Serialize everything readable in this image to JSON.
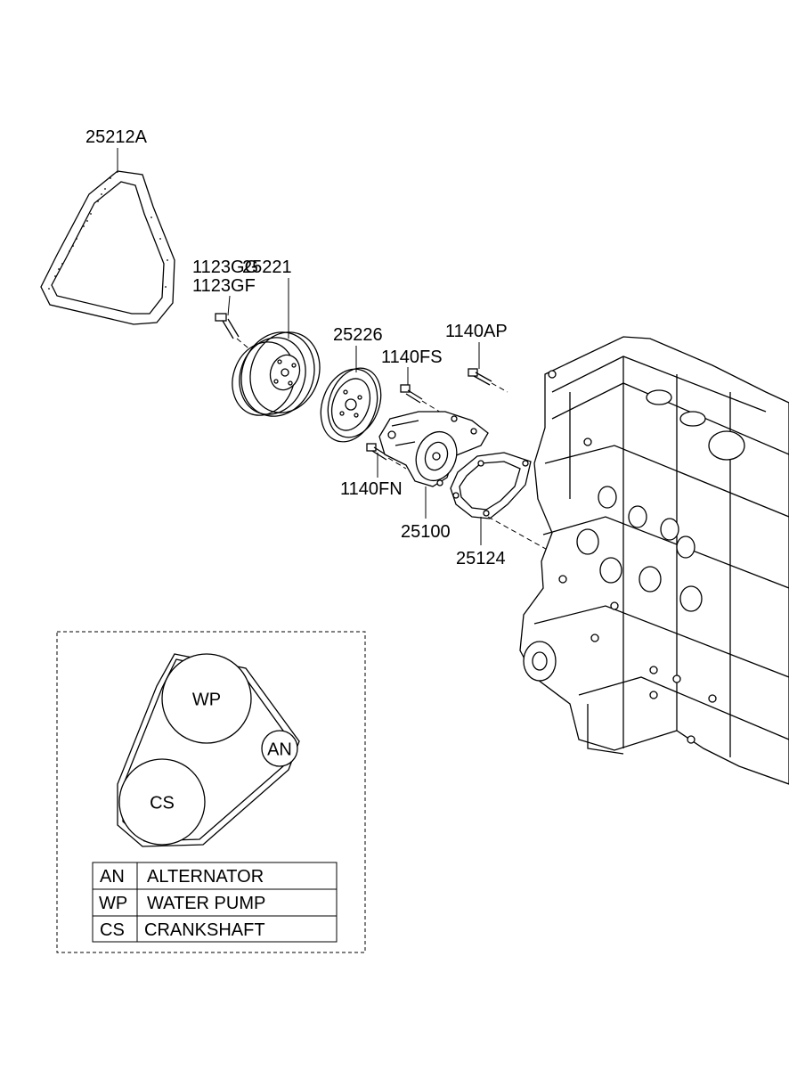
{
  "parts": {
    "belt": "25212A",
    "bolt_a": "1123GG",
    "bolt_b": "1123GF",
    "pulley": "25221",
    "pulley_flange": "25226",
    "bolt_fs": "1140FS",
    "bolt_ap": "1140AP",
    "bolt_fn": "1140FN",
    "water_pump": "25100",
    "gasket": "25124"
  },
  "belt_routing": {
    "pulleys": [
      {
        "code": "WP"
      },
      {
        "code": "AN"
      },
      {
        "code": "CS"
      }
    ]
  },
  "legend": {
    "rows": [
      {
        "code": "AN",
        "name": "ALTERNATOR"
      },
      {
        "code": "WP",
        "name": "WATER PUMP"
      },
      {
        "code": "CS",
        "name": "CRANKSHAFT"
      }
    ]
  }
}
